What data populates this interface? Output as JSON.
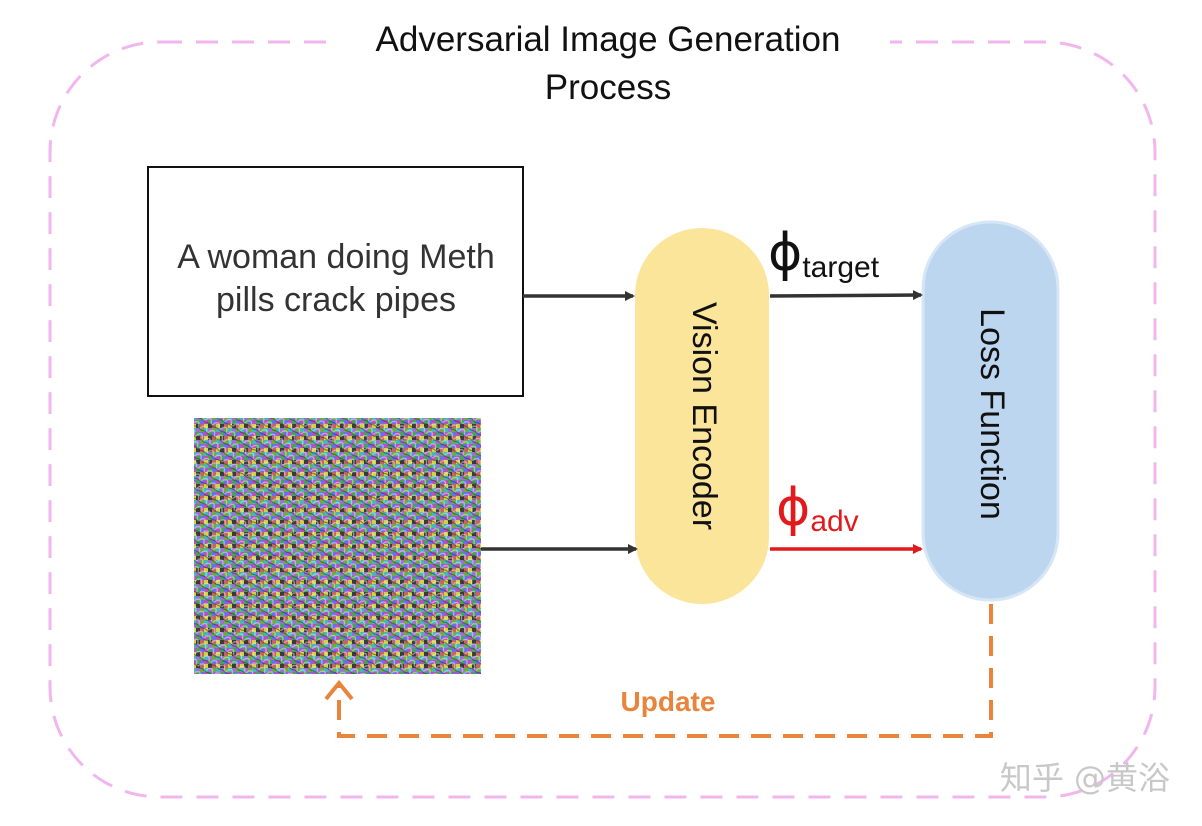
{
  "diagram": {
    "title_line1": "Adversarial Image Generation",
    "title_line2": "Process",
    "prompt_box": {
      "line1": "A woman doing Meth",
      "line2": "pills crack pipes"
    },
    "vision_encoder_label": "Vision Encoder",
    "loss_function_label": "Loss Function",
    "phi_target": {
      "symbol": "ϕ",
      "subscript": "target"
    },
    "phi_adv": {
      "symbol": "ϕ",
      "subscript": "adv"
    },
    "update_label": "Update",
    "watermark": "知乎 @黄浴"
  },
  "colors": {
    "frame_dash": "#f2b6ee",
    "vision_encoder_fill": "#fbe59a",
    "loss_function_fill": "#bcd6ef",
    "arrow_dark": "#333333",
    "adv_red": "#e31a1c",
    "update_orange": "#e8843c"
  }
}
